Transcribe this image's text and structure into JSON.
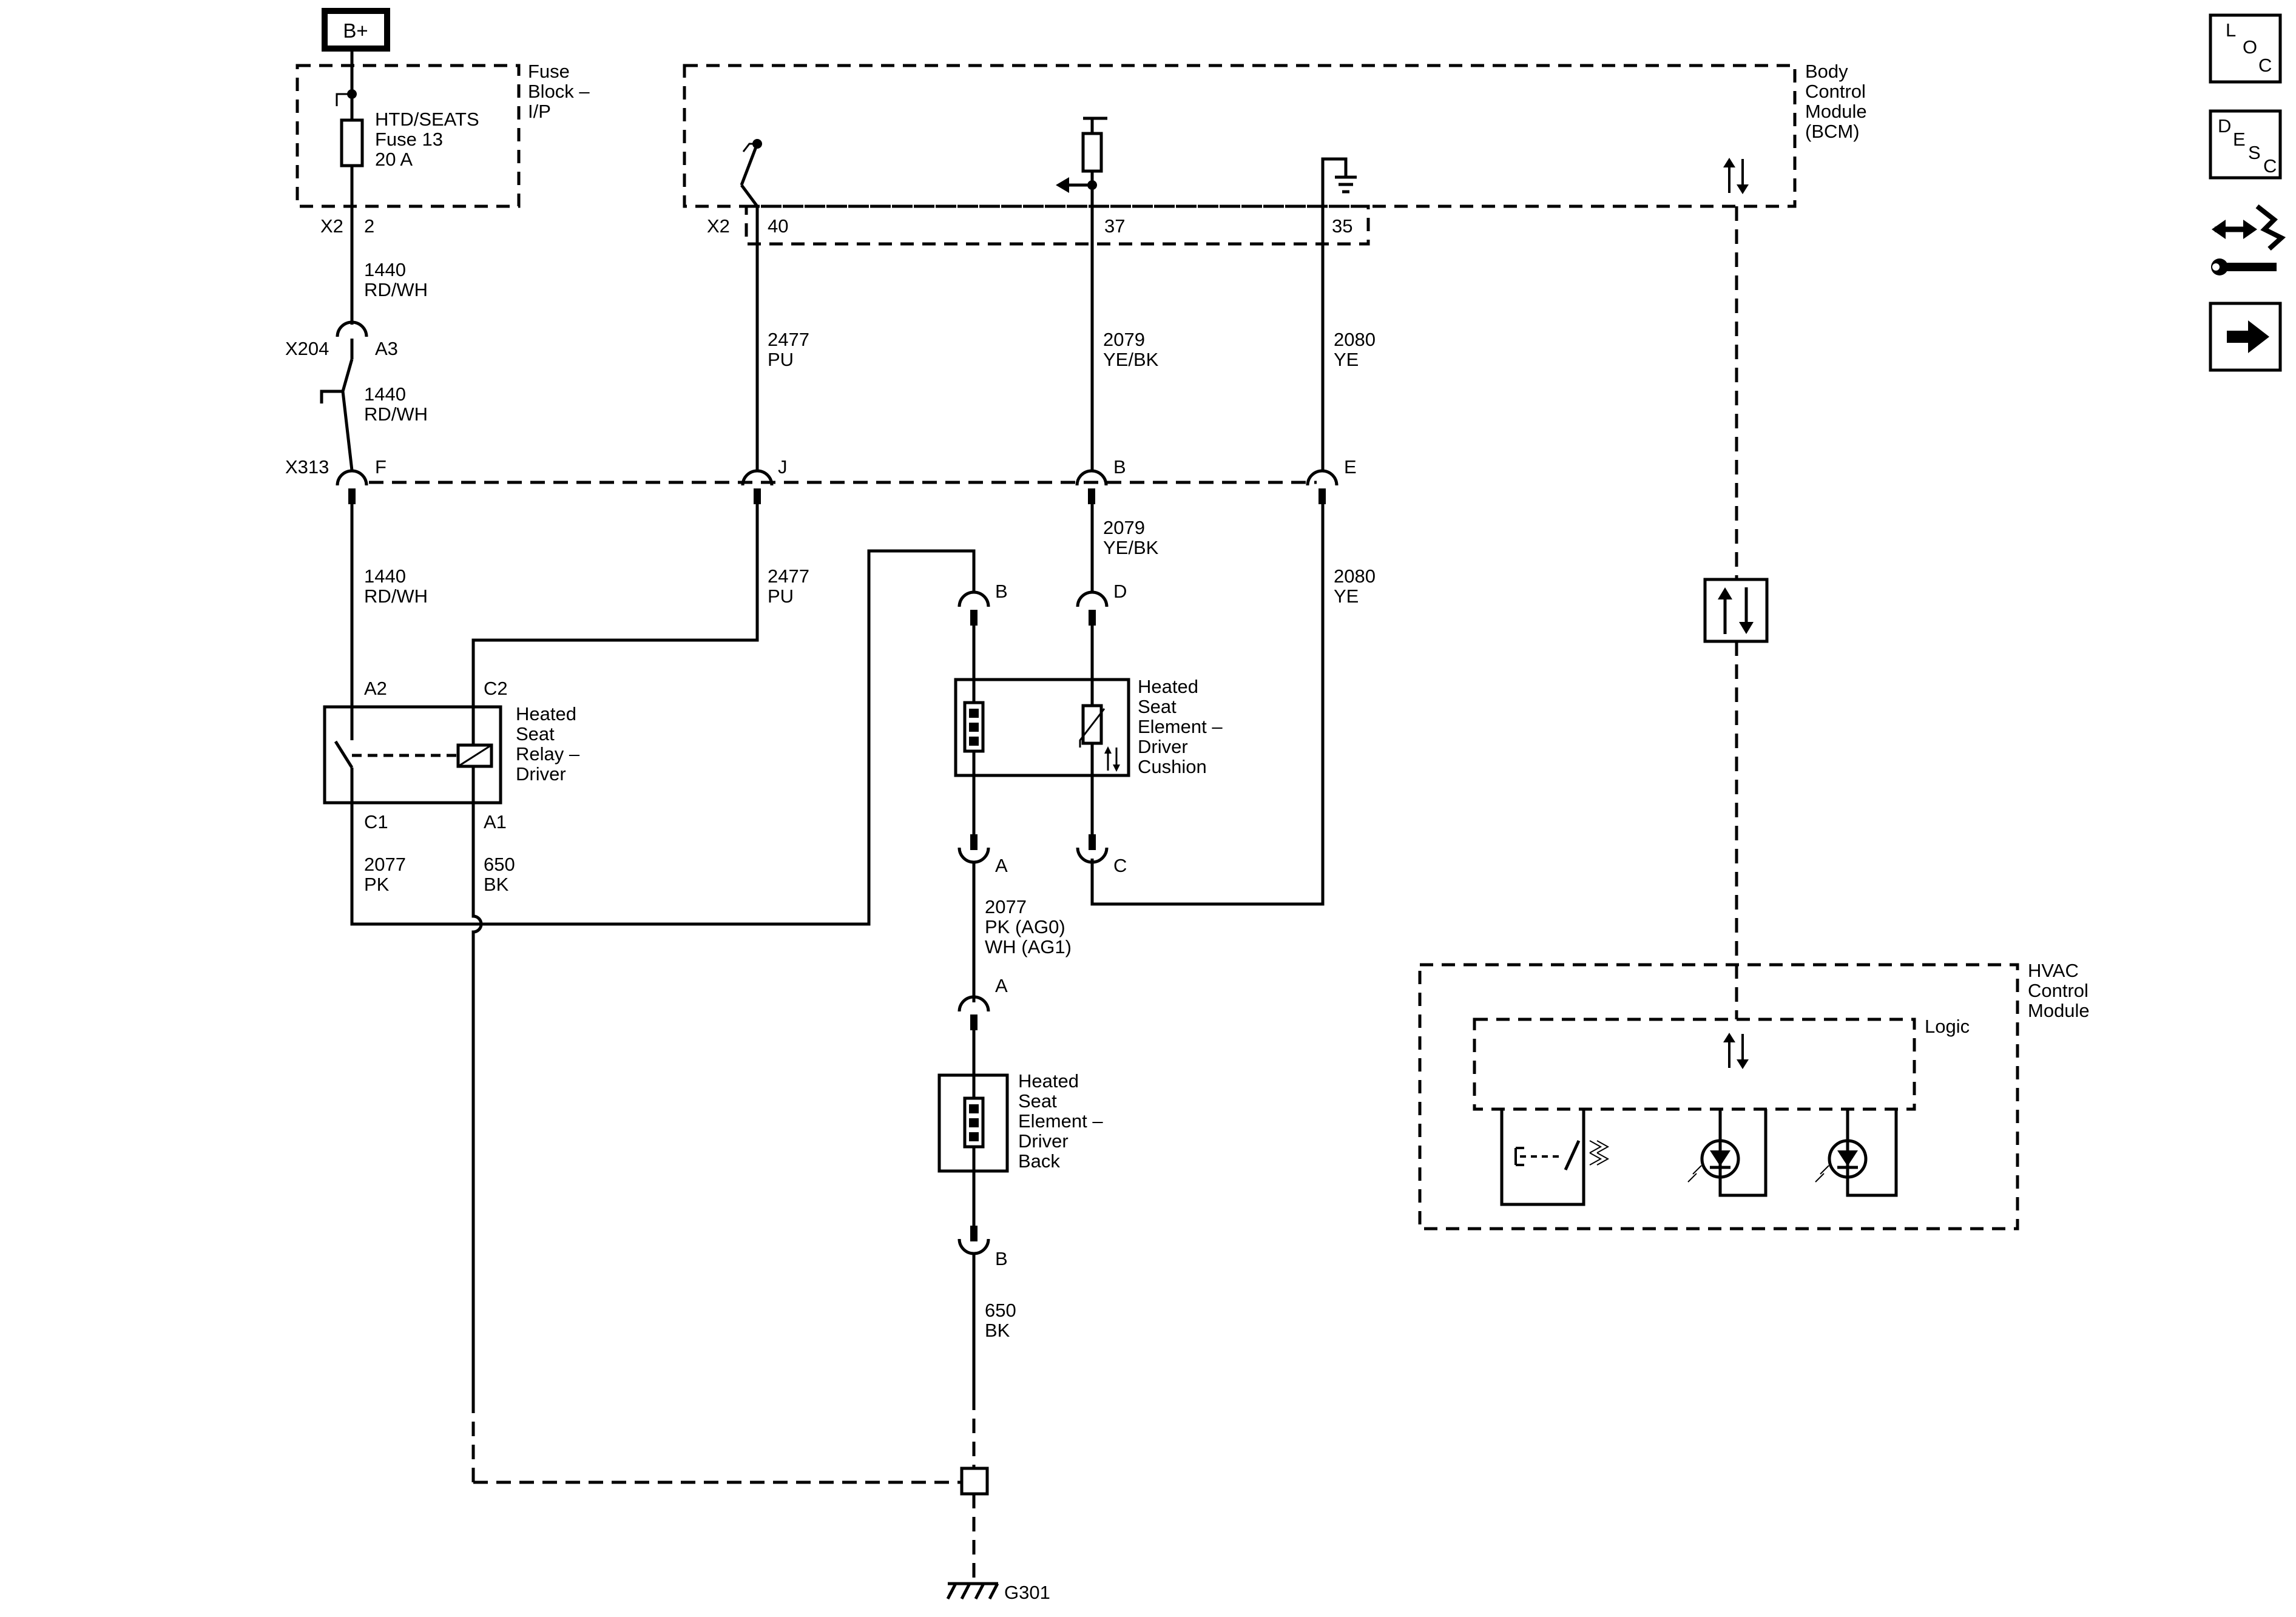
{
  "power": {
    "label": "B+"
  },
  "fuse_block": {
    "name": "Fuse\nBlock –\nI/P",
    "fuse_label": "HTD/SEATS\nFuse 13\n20 A",
    "connector": "X2",
    "pin": "2"
  },
  "bcm": {
    "name": "Body\nControl\nModule\n(BCM)",
    "connector": "X2",
    "pins": [
      "40",
      "37",
      "35"
    ]
  },
  "connectors": {
    "x204": {
      "name": "X204",
      "pin": "A3"
    },
    "x313": {
      "name": "X313",
      "pins": [
        "F",
        "J",
        "B",
        "E"
      ]
    }
  },
  "wires": {
    "w1440a": "1440\nRD/WH",
    "w1440b": "1440\nRD/WH",
    "w1440c": "1440\nRD/WH",
    "w2477a": "2477\nPU",
    "w2477b": "2477\nPU",
    "w2079a": "2079\nYE/BK",
    "w2079b": "2079\nYE/BK",
    "w2080a": "2080\nYE",
    "w2080b": "2080\nYE",
    "w2077a": "2077\nPK",
    "w650a": "650\nBK",
    "w2077b": "2077\nPK (AG0)\nWH (AG1)",
    "w650b": "650\nBK"
  },
  "relay": {
    "name": "Heated\nSeat\nRelay –\nDriver",
    "pins": [
      "A2",
      "C2",
      "C1",
      "A1"
    ]
  },
  "cushion": {
    "name": "Heated\nSeat\nElement –\nDriver\nCushion",
    "pins": [
      "B",
      "D",
      "A",
      "C"
    ]
  },
  "back": {
    "name": "Heated\nSeat\nElement –\nDriver\nBack",
    "pins": [
      "A",
      "B"
    ]
  },
  "hvac": {
    "name": "HVAC\nControl\nModule",
    "logic": "Logic"
  },
  "ground": {
    "name": "G301"
  },
  "side_icons": {
    "loc": [
      "L",
      "O",
      "C"
    ],
    "desc": [
      "D",
      "E",
      "S",
      "C"
    ],
    "icons": [
      "connector-wrench-icon",
      "arrow-right-icon"
    ]
  }
}
